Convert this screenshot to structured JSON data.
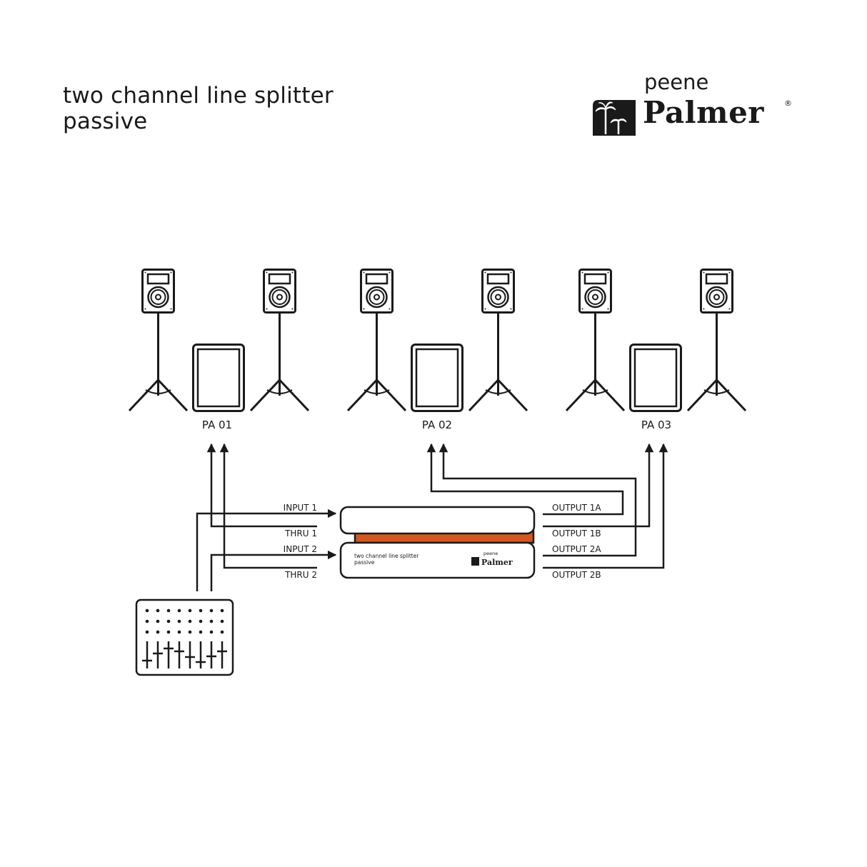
{
  "header": {
    "title_line1": "two channel line splitter",
    "title_line2": "passive"
  },
  "logo": {
    "top": "peene",
    "brand": "Palmer",
    "registered": "®",
    "icon": "palm-tree-icon"
  },
  "pa_systems": [
    {
      "label": "PA 01",
      "components": [
        "speaker-on-stand",
        "subwoofer",
        "speaker-on-stand"
      ]
    },
    {
      "label": "PA 02",
      "components": [
        "speaker-on-stand",
        "subwoofer",
        "speaker-on-stand"
      ]
    },
    {
      "label": "PA 03",
      "components": [
        "speaker-on-stand",
        "subwoofer",
        "speaker-on-stand"
      ]
    }
  ],
  "splitter": {
    "title_line1": "two channel line splitter",
    "title_line2": "passive",
    "brand_top": "peene",
    "brand": "Palmer",
    "accent_color": "#d2581f"
  },
  "ports": {
    "left": [
      "INPUT 1",
      "THRU 1",
      "INPUT 2",
      "THRU 2"
    ],
    "right": [
      "OUTPUT 1A",
      "OUTPUT 1B",
      "OUTPUT 2A",
      "OUTPUT 2B"
    ]
  },
  "connections": [
    {
      "from": "Mixer",
      "to": "INPUT 1"
    },
    {
      "from": "Mixer",
      "to": "INPUT 2"
    },
    {
      "from": "THRU 1",
      "to": "PA 01"
    },
    {
      "from": "THRU 2",
      "to": "PA 01"
    },
    {
      "from": "OUTPUT 1A",
      "to": "PA 02"
    },
    {
      "from": "OUTPUT 2A",
      "to": "PA 02"
    },
    {
      "from": "OUTPUT 1B",
      "to": "PA 03"
    },
    {
      "from": "OUTPUT 2B",
      "to": "PA 03"
    }
  ],
  "mixer": {
    "label": "mixing-console-icon",
    "channels": 8
  }
}
